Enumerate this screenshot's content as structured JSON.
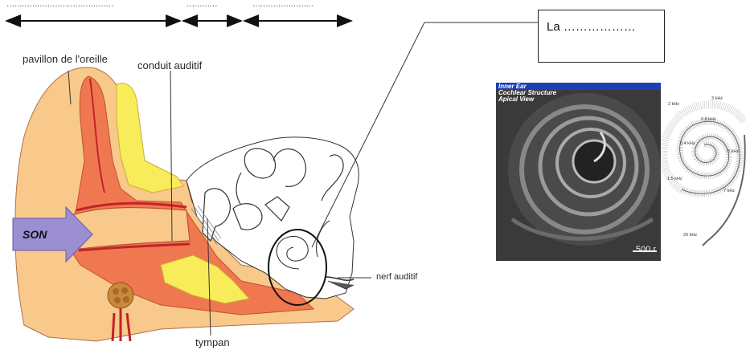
{
  "dotted_blanks": {
    "blank_1": "……………………………………",
    "blank_2": "…………",
    "blank_3": "……………………"
  },
  "labels": {
    "pavillon": "pavillon de l'oreille",
    "conduit": "conduit auditif",
    "son": "SON",
    "tympan": "tympan",
    "nerf": "nerf auditif"
  },
  "answer_box": {
    "text": "La ………………"
  },
  "photo": {
    "caption_line1": "Inner Ear",
    "caption_line2": "Cochlear Structure",
    "caption_line3": "Apical View",
    "scale_text": "500 r"
  },
  "cochlea_frequencies": {
    "f_2khz": "2 kHz",
    "f_3khz": "3 kHz",
    "f_08khz": "0.8 kHz",
    "f_04khz": "0.4 kHz",
    "f_5khz": "5 kHz",
    "f_15khz": "1.5 kHz",
    "f_7khz": "7 kHz",
    "f_20khz": "20 kHz"
  },
  "colors": {
    "skin_outer": "#f8c98a",
    "skin_inner": "#f07850",
    "cartilage": "#f8ec5a",
    "arrow_fill": "#9b8ed3",
    "line": "#333333"
  }
}
